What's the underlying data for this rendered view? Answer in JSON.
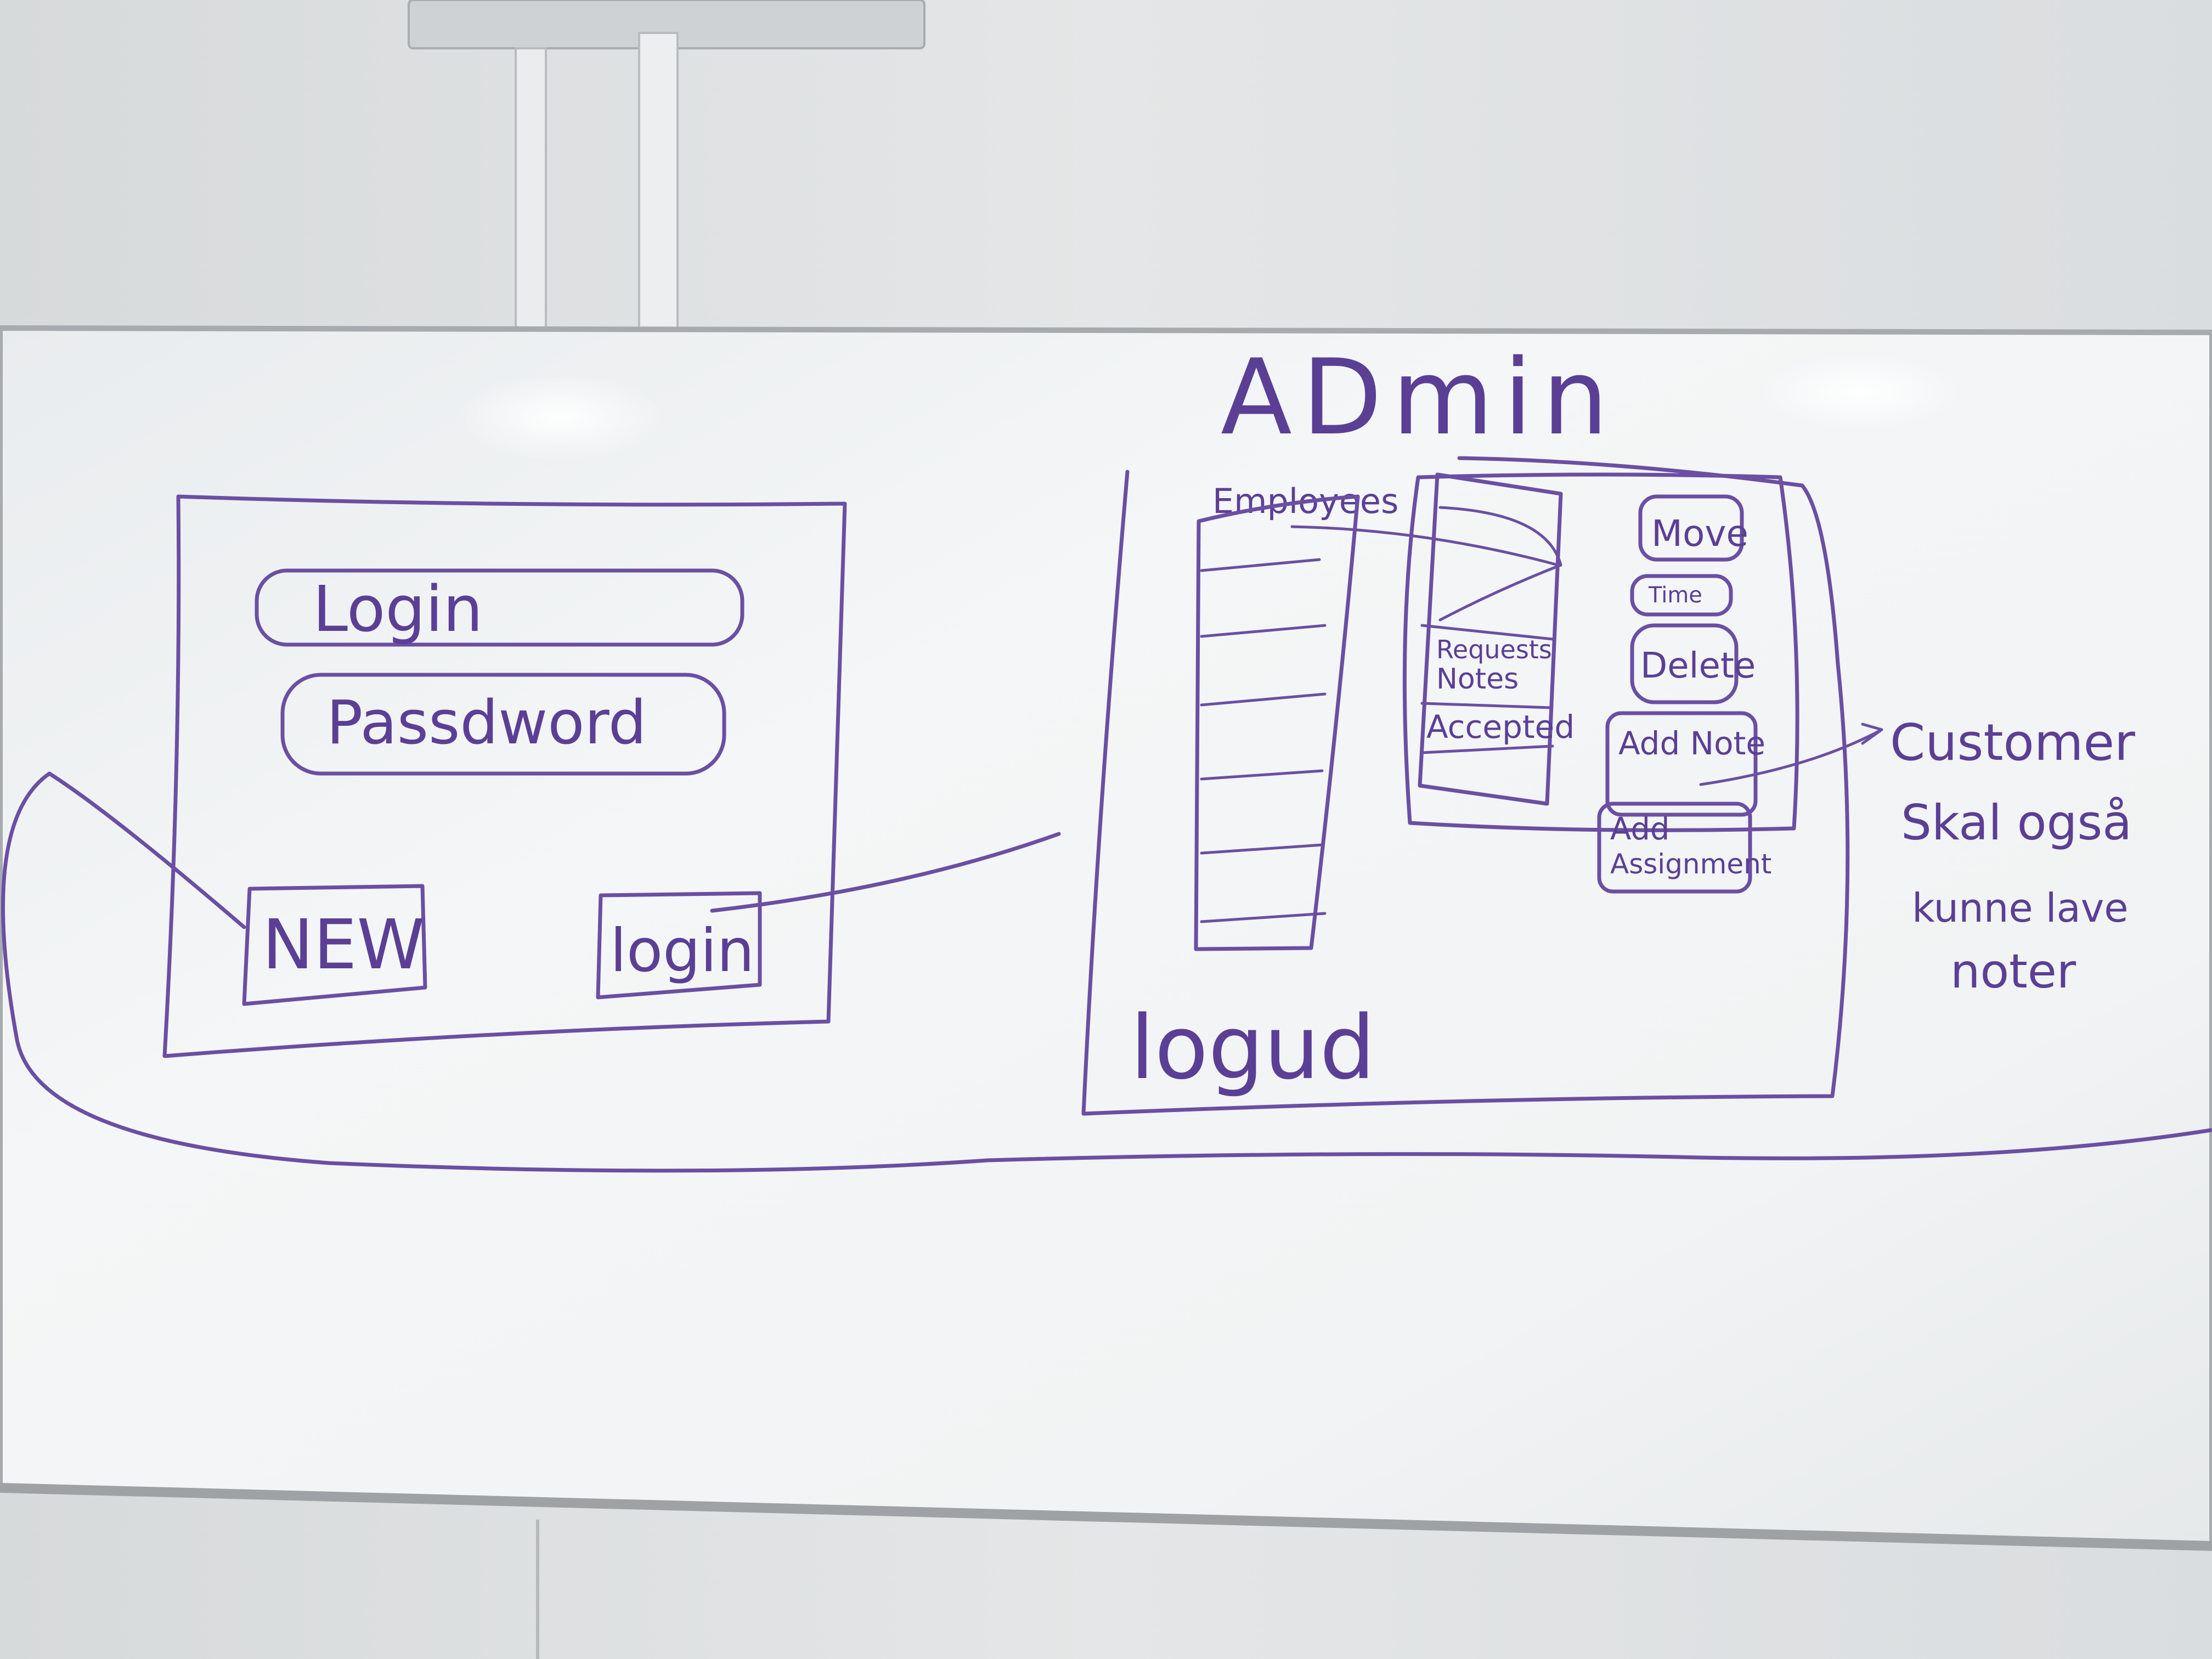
{
  "login_screen": {
    "login_field": "Login",
    "password_field": "Passdword",
    "new_button": "NEW",
    "login_button": "login"
  },
  "admin_screen": {
    "title": "ADmin",
    "employees_label": "Employees",
    "requested_notes_label_line1": "Requests",
    "requested_notes_label_line2": "Notes",
    "accepted_label": "Accepted",
    "move_button": "Move",
    "time_button": "Time",
    "delete_button": "Delete",
    "add_note_button": "Add Note",
    "add_assignment_line1": "Add",
    "add_assignment_line2": "Assignment",
    "logout_label": "logud"
  },
  "annotation": {
    "line1": "Customer",
    "line2": "Skal også",
    "line3": "kunne lave",
    "line4": "noter"
  },
  "colors": {
    "marker": "#6a4fa3",
    "board": "#f1f3f4",
    "wall": "#dfe1e2"
  }
}
